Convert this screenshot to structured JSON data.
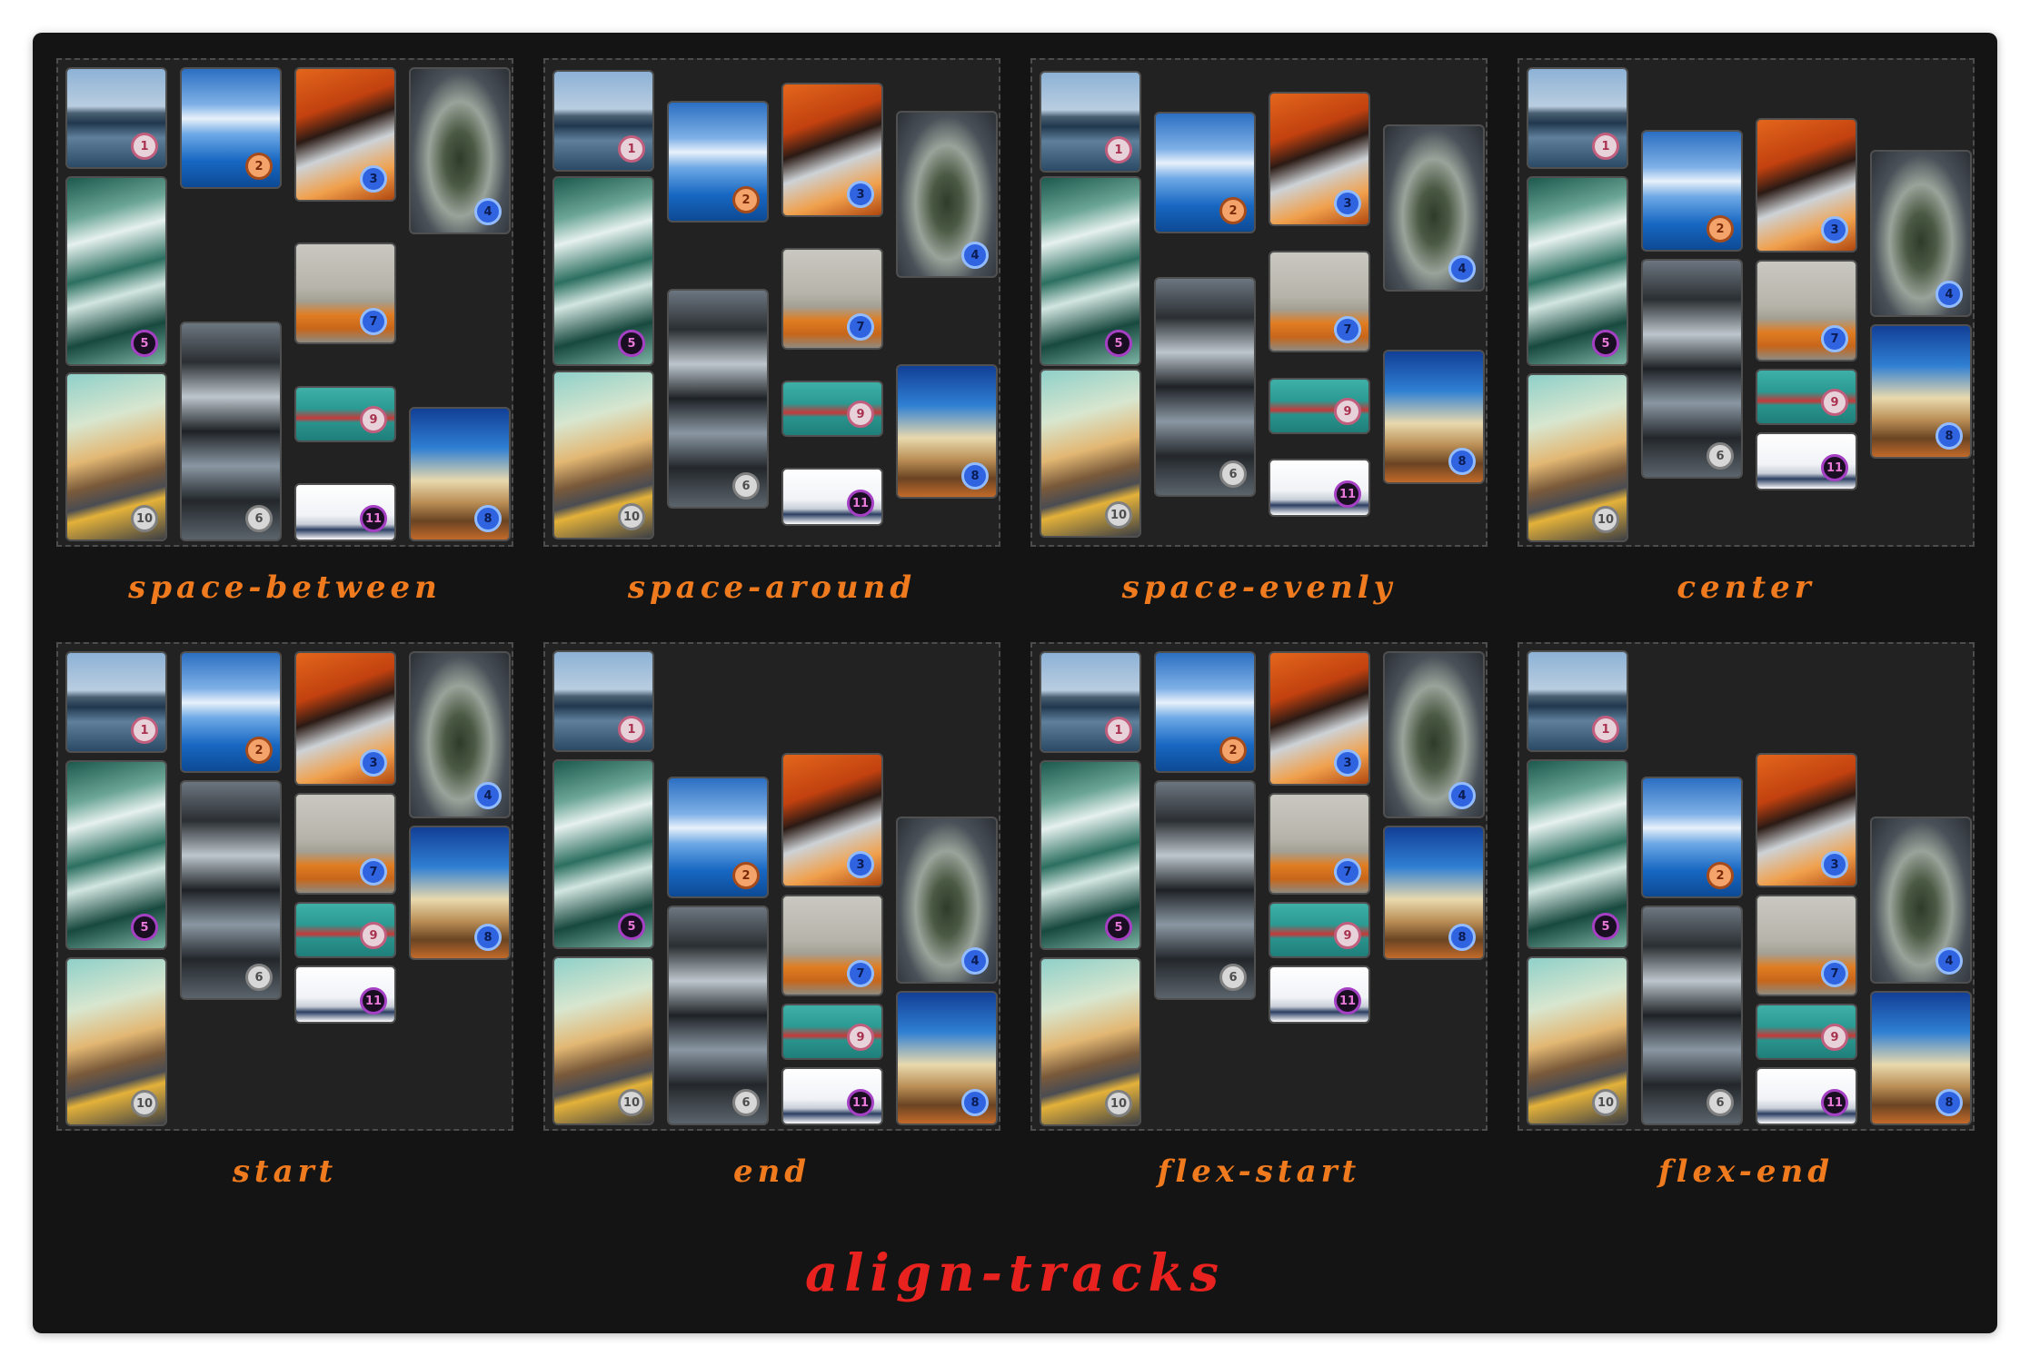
{
  "title": "align-tracks",
  "panels": [
    {
      "label": "space-between"
    },
    {
      "label": "space-around"
    },
    {
      "label": "space-evenly"
    },
    {
      "label": "center"
    },
    {
      "label": "start"
    },
    {
      "label": "end"
    },
    {
      "label": "flex-start"
    },
    {
      "label": "flex-end"
    }
  ],
  "tiles": [
    {
      "num": "1",
      "badge": "pink",
      "scene": "lake with lone tree"
    },
    {
      "num": "2",
      "badge": "orange",
      "scene": "blue sky with clouds over sea"
    },
    {
      "num": "3",
      "badge": "blue",
      "scene": "laptop on orange desk"
    },
    {
      "num": "4",
      "badge": "blue",
      "scene": "rock arch"
    },
    {
      "num": "5",
      "badge": "purple",
      "scene": "ocean waves"
    },
    {
      "num": "6",
      "badge": "gray",
      "scene": "escalator hall"
    },
    {
      "num": "7",
      "badge": "blue",
      "scene": "foggy field with orange sofa"
    },
    {
      "num": "8",
      "badge": "blue",
      "scene": "cliff by the sea"
    },
    {
      "num": "9",
      "badge": "pink",
      "scene": "turquoise sea with boat"
    },
    {
      "num": "10",
      "badge": "gray",
      "scene": "curving desert road"
    },
    {
      "num": "11",
      "badge": "purple",
      "scene": "white horizon"
    }
  ],
  "colors": {
    "background": "#141414",
    "panel": "#222222",
    "label": "#f07a1e",
    "title": "#e8221e",
    "badge": {
      "pink": {
        "fill": "#e8d2da",
        "ring": "#c25e7d",
        "text": "#a8324f"
      },
      "orange": {
        "fill": "#f4a46a",
        "ring": "#a54a1a",
        "text": "#7a2a08"
      },
      "blue": {
        "fill": "#2f63e0",
        "ring": "#93bcff",
        "text": "#0b1c52"
      },
      "purple": {
        "fill": "#1a0f22",
        "ring": "#a53fc4",
        "text": "#e879d8"
      },
      "gray": {
        "fill": "#d7d7d7",
        "ring": "#808080",
        "text": "#4e4e4e"
      }
    }
  }
}
